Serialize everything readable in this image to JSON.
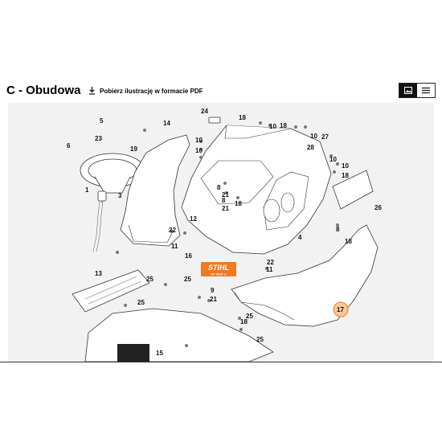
{
  "page": {
    "title": "C - Obudowa",
    "download_label": "Pobierz ilustrację w formacie PDF"
  },
  "icons": {
    "download": "download-icon",
    "image_view": "image-view-icon",
    "list_view": "list-view-icon"
  },
  "colors": {
    "accent": "#f47920",
    "highlight_fill": "#f9c89b",
    "panel_bg": "#f2f2f2"
  },
  "diagram": {
    "callouts": [
      "24",
      "18",
      "10",
      "18",
      "10",
      "5",
      "14",
      "10",
      "10",
      "27",
      "23",
      "19",
      "28",
      "6",
      "10",
      "10",
      "18",
      "1",
      "3",
      "8",
      "21",
      "18",
      "12",
      "8",
      "21",
      "26",
      "22",
      "11",
      "4",
      "8",
      "18",
      "16",
      "22",
      "11",
      "13",
      "25",
      "25",
      "9",
      "21",
      "25",
      "17",
      "18",
      "25",
      "15",
      "25"
    ],
    "highlighted_callout": "17",
    "logo_brand": "STIHL",
    "logo_model": "RT 5097 Z"
  }
}
